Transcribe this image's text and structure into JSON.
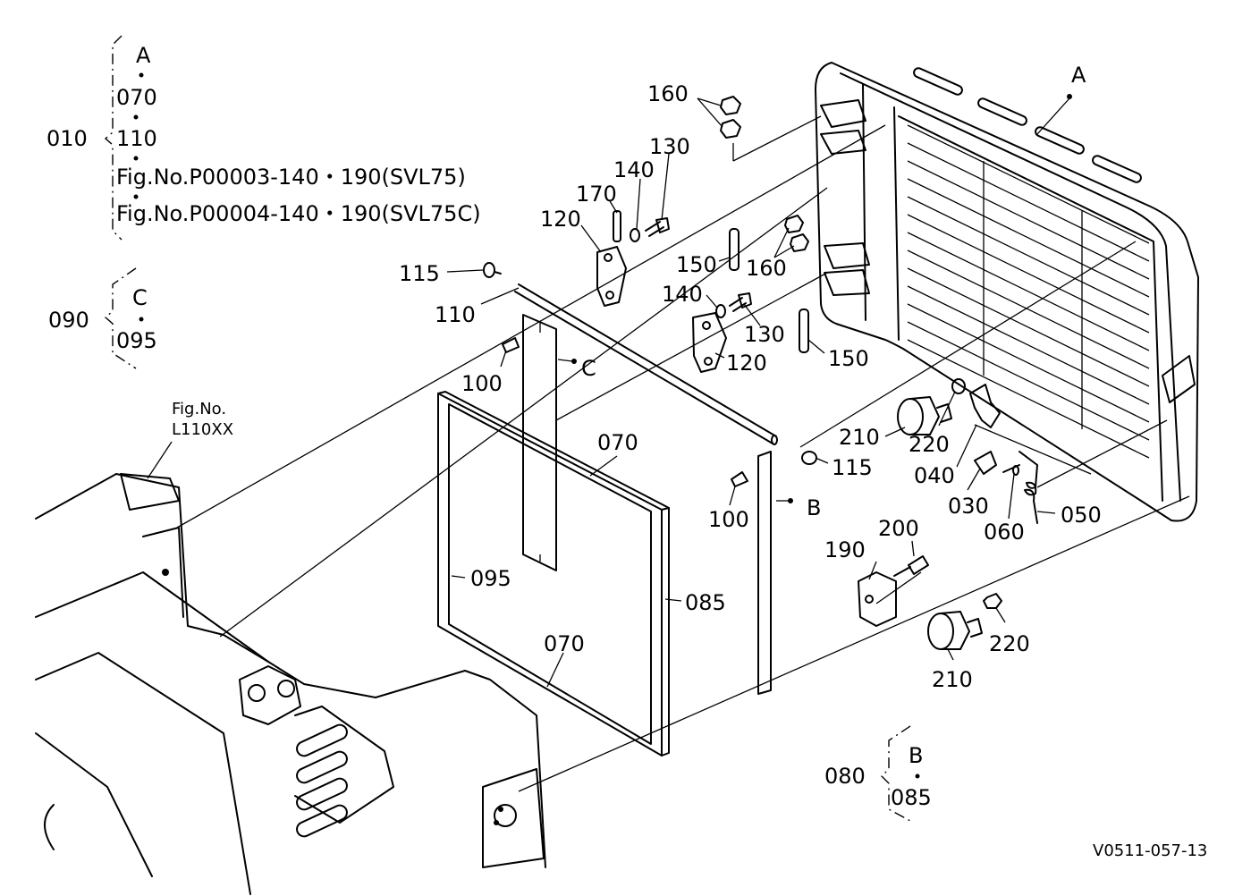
{
  "groups": {
    "g010": {
      "parent": "010",
      "items": [
        "A",
        "070",
        "110",
        "Fig.No.P00003-140・190(SVL75)",
        "Fig.No.P00004-140・190(SVL75C)"
      ]
    },
    "g090": {
      "parent": "090",
      "items": [
        "C",
        "095"
      ]
    },
    "g080": {
      "parent": "080",
      "items": [
        "B",
        "085"
      ]
    }
  },
  "ref_fig": {
    "line1": "Fig.No.",
    "line2": "L110XX"
  },
  "callouts": {
    "A": "A",
    "B": "B",
    "C": "C",
    "p160a": "160",
    "p160b": "160",
    "p130a": "130",
    "p130b": "130",
    "p140a": "140",
    "p140b": "140",
    "p170": "170",
    "p120a": "120",
    "p120b": "120",
    "p115a": "115",
    "p115b": "115",
    "p110": "110",
    "p150a": "150",
    "p150b": "150",
    "p100a": "100",
    "p100b": "100",
    "p070a": "070",
    "p070b": "070",
    "p095": "095",
    "p085": "085",
    "p210a": "210",
    "p210b": "210",
    "p220a": "220",
    "p220b": "220",
    "p040": "040",
    "p030": "030",
    "p060": "060",
    "p050": "050",
    "p190": "190",
    "p200": "200"
  },
  "drawing_code": "V0511-057-13"
}
